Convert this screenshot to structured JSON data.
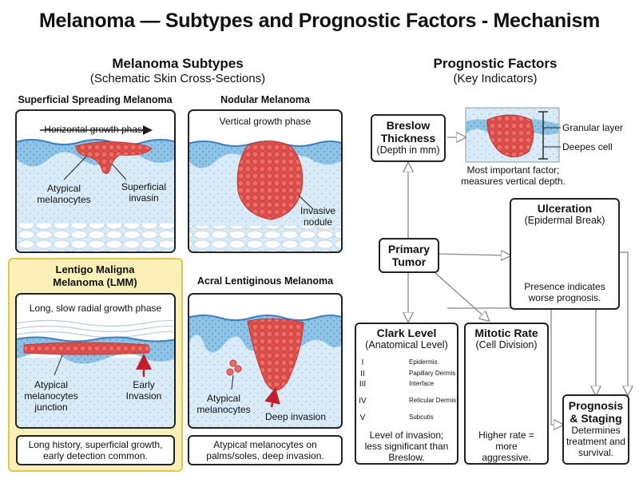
{
  "title": "Melanoma — Subtypes and Prognostic Factors - Mechanism",
  "left_section": {
    "heading": "Melanoma Subtypes",
    "subheading": "(Schematic Skin Cross-Sections)",
    "ssm": {
      "title": "Superficial Spreading Melanoma",
      "phase": "Horizontal growth phase",
      "label_atypical": [
        "Atypical",
        "melanocytes"
      ],
      "label_superficial": [
        "Superficial",
        "invasin"
      ]
    },
    "nodular": {
      "title": "Nodular Melanoma",
      "phase": "Vertical growth phase",
      "label_invasive": [
        "Invasive",
        "nodule"
      ]
    },
    "lmm": {
      "title_line1": "Lentigo Maligna",
      "title_line2": "Melanoma (LMM)",
      "phase": "Long, slow radial growth phase",
      "label_atypical": [
        "Atypical",
        "melanocytes",
        "junction"
      ],
      "label_early": [
        "Early",
        "Invasion"
      ],
      "caption": [
        "Long history, superficial growth,",
        "early detection common."
      ]
    },
    "acral": {
      "title": "Acral Lentiginous Melanoma",
      "label_atypical": [
        "Atypical",
        "melanocytes"
      ],
      "label_deep": "Deep invasion",
      "caption": [
        "Atypical melanocytes on",
        "palms/soles, deep invasion."
      ]
    }
  },
  "right_section": {
    "heading": "Prognostic Factors",
    "subheading": "(Key Indicators)",
    "breslow": {
      "title_line1": "Breslow",
      "title_line2": "Thickness",
      "sub": "(Depth in mm)",
      "label_granular": "Granular layer",
      "label_deepest": "Deepes cell",
      "note": [
        "Most important factor;",
        "measures vertical depth."
      ]
    },
    "ulceration": {
      "title": "Ulceration",
      "sub": "(Epidermal Break)",
      "note": [
        "Presence indicates",
        "worse prognosis."
      ]
    },
    "primary": {
      "line1": "Primary",
      "line2": "Tumor"
    },
    "clark": {
      "title": "Clark Level",
      "sub": "(Anatomical Level)",
      "levels": [
        {
          "num": "I",
          "name": "Epidermis"
        },
        {
          "num": "II",
          "name": "Papillary Dermis"
        },
        {
          "num": "III",
          "name": "Interface"
        },
        {
          "num": "IV",
          "name": "Reticular Dermis"
        },
        {
          "num": "V",
          "name": "Subcutis"
        }
      ],
      "note": [
        "Level of invasion;",
        "less significant than",
        "Breslow."
      ]
    },
    "mitotic": {
      "title": "Mitotic Rate",
      "sub": "(Cell Division)",
      "note": [
        "Higher rate =",
        "more",
        "aggressive."
      ]
    },
    "prognosis": {
      "title_line1": "Prognosis",
      "title_line2": "& Staging",
      "note": [
        "Determines",
        "treatment and",
        "survival."
      ]
    }
  },
  "colors": {
    "epidermis": "#8fc3e6",
    "epidermis_dark": "#3a7fc0",
    "dermis": "#d8ebf7",
    "tumor": "#e0504c",
    "tumor_light": "#f28a80",
    "highlight_panel": "#fbf1b8",
    "highlight_border": "#e0c550",
    "arrow": "#b0b0b0"
  }
}
